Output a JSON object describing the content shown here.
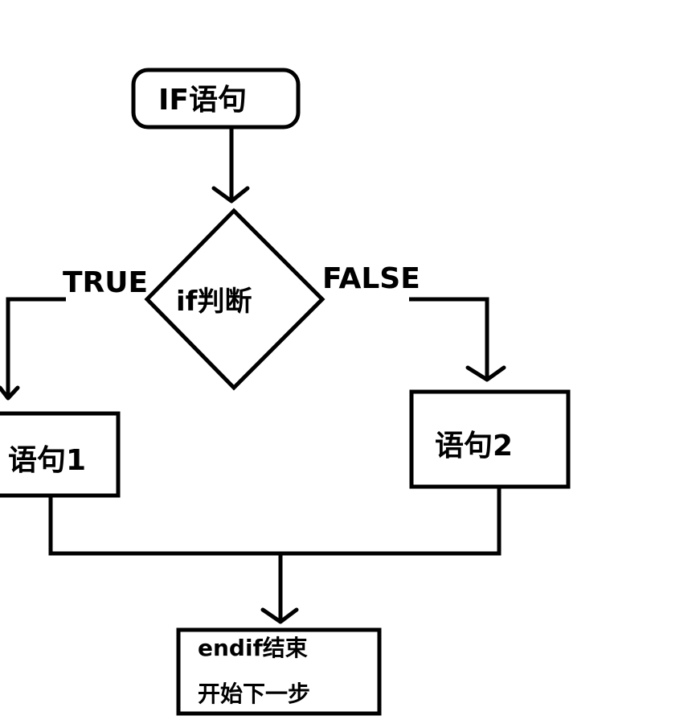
{
  "nodes": {
    "start": "IF语句",
    "decision": "if判断",
    "statement1": "语句1",
    "statement2": "语句2",
    "end_line1": "endif结束",
    "end_line2": "开始下一步"
  },
  "edges": {
    "true_label": "TRUE",
    "false_label": "FALSE"
  }
}
